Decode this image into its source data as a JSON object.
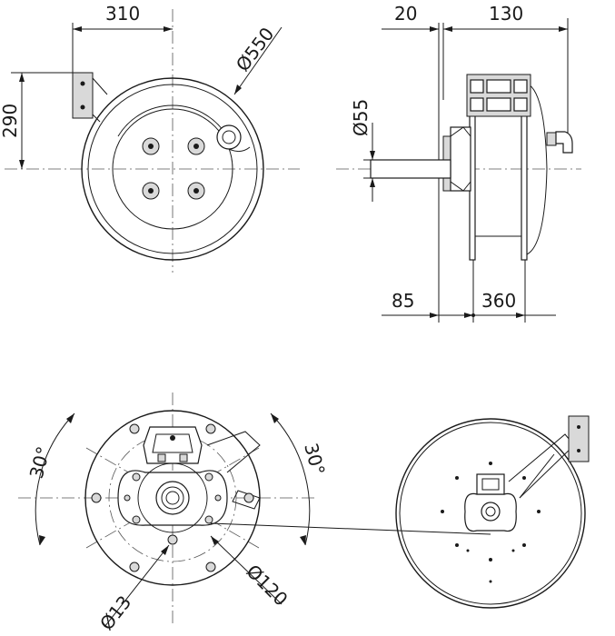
{
  "dimensions": {
    "top_left_width": "310",
    "top_left_height": "290",
    "drum_diameter": "Ø550",
    "flange_offset": "20",
    "side_width": "130",
    "shaft_diameter": "Ø55",
    "shaft_length": "85",
    "drum_width": "360",
    "angle_left": "30°",
    "angle_right": "30°",
    "hole_diameter": "Ø13",
    "bolt_circle": "Ø120"
  }
}
